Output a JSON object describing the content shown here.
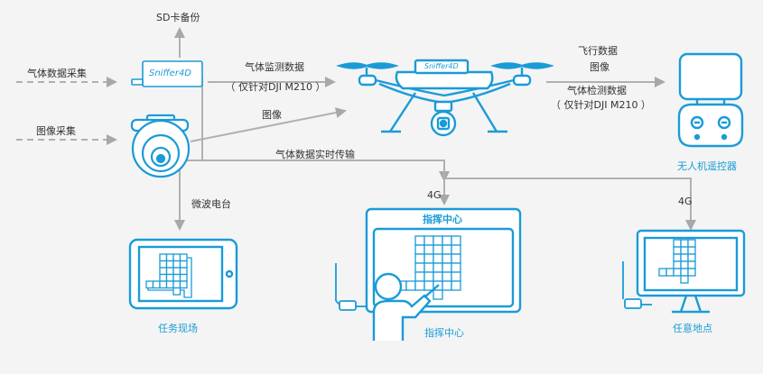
{
  "sniffer_label": "Sniffer4D",
  "sniffer_label_small": "Sniffer4D",
  "inputs": {
    "gas_collection": "气体数据采集",
    "image_collection": "图像采集"
  },
  "sd_backup": "SD卡备份",
  "link_to_drone": {
    "line1": "气体监测数据",
    "line2": "（ 仅针对DJI M210 ）"
  },
  "image_link": "图像",
  "realtime_link": "气体数据实时传输",
  "drone_to_rc": {
    "flight_data": "飞行数据",
    "image": "图像",
    "gas_line1": "气体检测数据",
    "gas_line2": "（ 仅针对DJI M210 ）"
  },
  "remote_controller": "无人机遥控器",
  "microwave": "微波电台",
  "net_center": "4G",
  "net_right": "4G",
  "command_center_screen_title": "指挥中心",
  "endpoints": {
    "field": "任务现场",
    "command_center": "指挥中心",
    "anywhere": "任意地点"
  },
  "colors": {
    "accent": "#1a9bd7",
    "line": "#999999",
    "background": "#f4f4f4"
  }
}
